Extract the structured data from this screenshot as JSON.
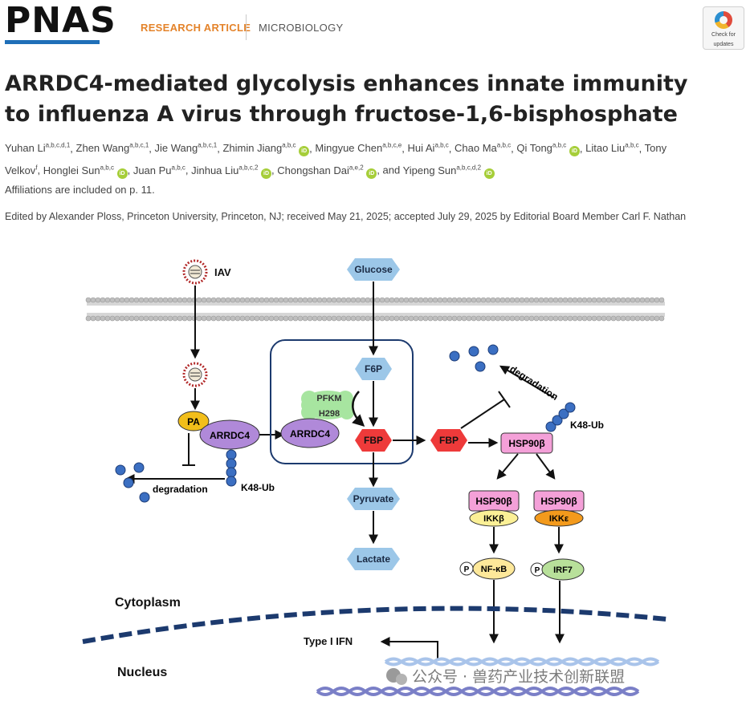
{
  "header": {
    "logo_text": "PNAS",
    "article_type": "RESEARCH ARTICLE",
    "subject": "MICROBIOLOGY",
    "check_updates": [
      "Check for",
      "updates"
    ]
  },
  "title_lines": [
    "ARRDC4-mediated glycolysis enhances innate immunity",
    "to influenza A virus through fructose-1,6-bisphosphate"
  ],
  "authors": [
    {
      "name": "Yuhan Li",
      "sup": "a,b,c,d,1",
      "orcid": false,
      "sep": ", "
    },
    {
      "name": "Zhen Wang",
      "sup": "a,b,c,1",
      "orcid": false,
      "sep": ", "
    },
    {
      "name": "Jie Wang",
      "sup": "a,b,c,1",
      "orcid": false,
      "sep": ", "
    },
    {
      "name": "Zhimin Jiang",
      "sup": "a,b,c",
      "orcid": true,
      "sep": ", "
    },
    {
      "name": "Mingyue Chen",
      "sup": "a,b,c,e",
      "orcid": false,
      "sep": ", "
    },
    {
      "name": "Hui Ai",
      "sup": "a,b,c",
      "orcid": false,
      "sep": ", "
    },
    {
      "name": "Chao Ma",
      "sup": "a,b,c",
      "orcid": false,
      "sep": ", "
    },
    {
      "name": "Qi Tong",
      "sup": "a,b,c",
      "orcid": true,
      "sep": ", "
    },
    {
      "name": "Litao Liu",
      "sup": "a,b,c",
      "orcid": false,
      "sep": ", "
    },
    {
      "name": "Tony Velkov",
      "sup": "f",
      "orcid": false,
      "sep": ", "
    },
    {
      "name": "Honglei Sun",
      "sup": "a,b,c",
      "orcid": true,
      "sep": ", "
    },
    {
      "name": "Juan Pu",
      "sup": "a,b,c",
      "orcid": false,
      "sep": ", "
    },
    {
      "name": "Jinhua Liu",
      "sup": "a,b,c,2",
      "orcid": true,
      "sep": ", "
    },
    {
      "name": "Chongshan Dai",
      "sup": "a,e,2",
      "orcid": true,
      "sep": ", and "
    },
    {
      "name": "Yipeng Sun",
      "sup": "a,b,c,d,2",
      "orcid": true,
      "sep": ""
    }
  ],
  "orcid_glyph": "iD",
  "affiliations": "Affiliations are included on p. 11.",
  "edited_by": "Edited by Alexander Ploss, Princeton University, Princeton, NJ; received May 21, 2025; accepted July 29, 2025 by Editorial Board Member Carl F. Nathan",
  "figure": {
    "iav": "IAV",
    "glucose": "Glucose",
    "f6p": "F6P",
    "pfkm": "PFKM",
    "h298": "H298",
    "fbp": "FBP",
    "arrdc4": "ARRDC4",
    "pa": "PA",
    "degradation": "degradation",
    "k48ub": "K48-Ub",
    "pyruvate": "Pyruvate",
    "lactate": "Lactate",
    "hsp90b": "HSP90β",
    "ikkb": "IKKβ",
    "ikke": "IKKε",
    "p": "P",
    "nfkb": "NF-κB",
    "irf7": "IRF7",
    "cytoplasm": "Cytoplasm",
    "nucleus": "Nucleus",
    "type1ifn": "Type I IFN",
    "watermark": "公众号 · 兽药产业技术创新联盟",
    "colors": {
      "hexagon_blue": "#9cc7e8",
      "fbp_red": "#ee3a3a",
      "arrdc4_purple": "#b089d9",
      "pa_yellow": "#f2be1a",
      "hsp90_pink": "#f4a0d8",
      "ikkb_yellow": "#fbf096",
      "ikke_orange": "#f39a1c",
      "ub_blue": "#3b6fc2",
      "pfkm_green": "#a7e5a0",
      "membrane_dark": "#1c3a6e"
    }
  }
}
